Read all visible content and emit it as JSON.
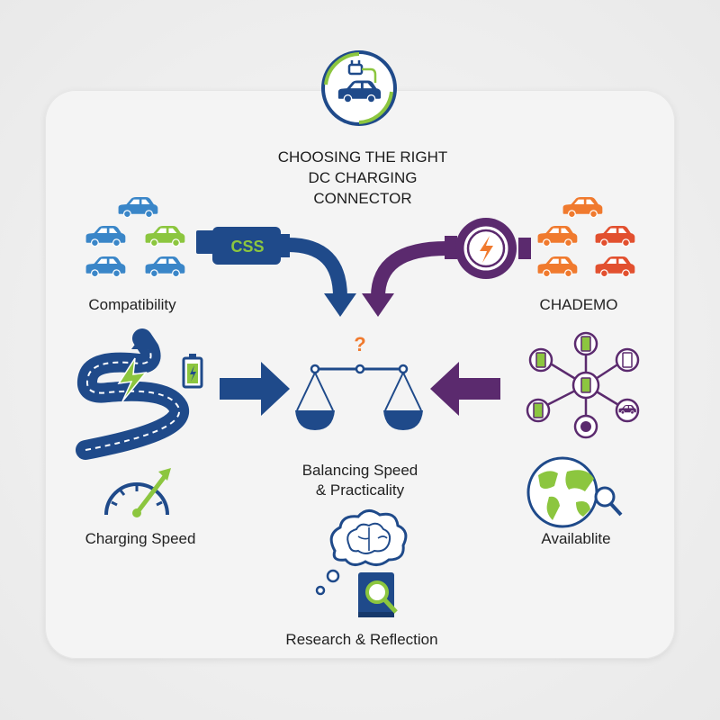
{
  "header": {
    "title_lines": [
      "CHOOSING THE RIGHT",
      "DC CHARGING",
      "CONNECTOR"
    ]
  },
  "nodes": {
    "compatibility": "Compatibility",
    "chademo": "CHADEMO",
    "charging_speed": "Charging Speed",
    "availability": "Availablite",
    "balance": [
      "Balancing Speed",
      "& Practicality"
    ],
    "research": "Research & Reflection"
  },
  "connector_left": {
    "label": "CSS"
  },
  "question_mark": "?",
  "colors": {
    "navy": "#1f4a8a",
    "purple": "#5b2a6e",
    "green": "#8cc63f",
    "blue": "#3a86c8",
    "orange": "#f07a2e",
    "red": "#e2502f",
    "question": "#f07a2e"
  }
}
